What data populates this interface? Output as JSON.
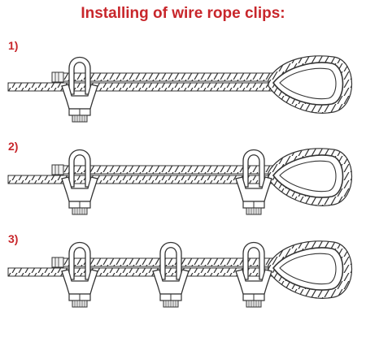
{
  "title": "Installing of wire rope clips:",
  "steps": [
    {
      "label": "1)",
      "clips": 1
    },
    {
      "label": "2)",
      "clips": 2
    },
    {
      "label": "3)",
      "clips": 3
    }
  ],
  "colors": {
    "title": "#c8262b",
    "line": "#333333",
    "thread": "#e6e6e6"
  }
}
